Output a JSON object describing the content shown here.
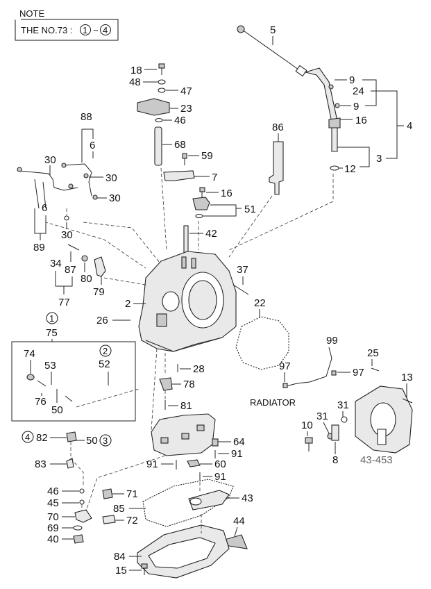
{
  "note": {
    "heading": "NOTE",
    "text_prefix": "THE NO.73 :",
    "circled_from": "1",
    "tilde": "~",
    "circled_to": "4"
  },
  "labels": {
    "p5": "5",
    "p9a": "9",
    "p24": "24",
    "p9b": "9",
    "p16a": "16",
    "p4": "4",
    "p18": "18",
    "p48": "48",
    "p47": "47",
    "p23": "23",
    "p46a": "46",
    "p88": "88",
    "p6a": "6",
    "p68": "68",
    "p86": "86",
    "p3": "3",
    "p12": "12",
    "p59": "59",
    "p30a": "30",
    "p30b": "30",
    "p7": "7",
    "p30c": "30",
    "p16b": "16",
    "p6b": "6",
    "p51": "51",
    "p42": "42",
    "p30d": "30",
    "p89": "89",
    "p34": "34",
    "p87": "87",
    "p80": "80",
    "p79": "79",
    "p37": "37",
    "p77": "77",
    "p22": "22",
    "p2": "2",
    "p26": "26",
    "c1": "1",
    "p75": "75",
    "p99": "99",
    "p74": "74",
    "c2": "2",
    "p52": "52",
    "p25": "25",
    "p53": "53",
    "p28": "28",
    "p97a": "97",
    "p97b": "97",
    "p13": "13",
    "p78": "78",
    "p76": "76",
    "p50a": "50",
    "radiator": "RADIATOR",
    "p81": "81",
    "p31a": "31",
    "p31b": "31",
    "p10": "10",
    "c4": "4",
    "p82": "82",
    "p50b": "50",
    "c3": "3",
    "p64": "64",
    "p43_453": "43-453",
    "p91a": "91",
    "p8": "8",
    "p83": "83",
    "p91b": "91",
    "p60": "60",
    "p91c": "91",
    "p46b": "46",
    "p71": "71",
    "p43": "43",
    "p45": "45",
    "p85": "85",
    "p70": "70",
    "p72": "72",
    "p69": "69",
    "p44": "44",
    "p40": "40",
    "p84": "84",
    "p15": "15"
  }
}
